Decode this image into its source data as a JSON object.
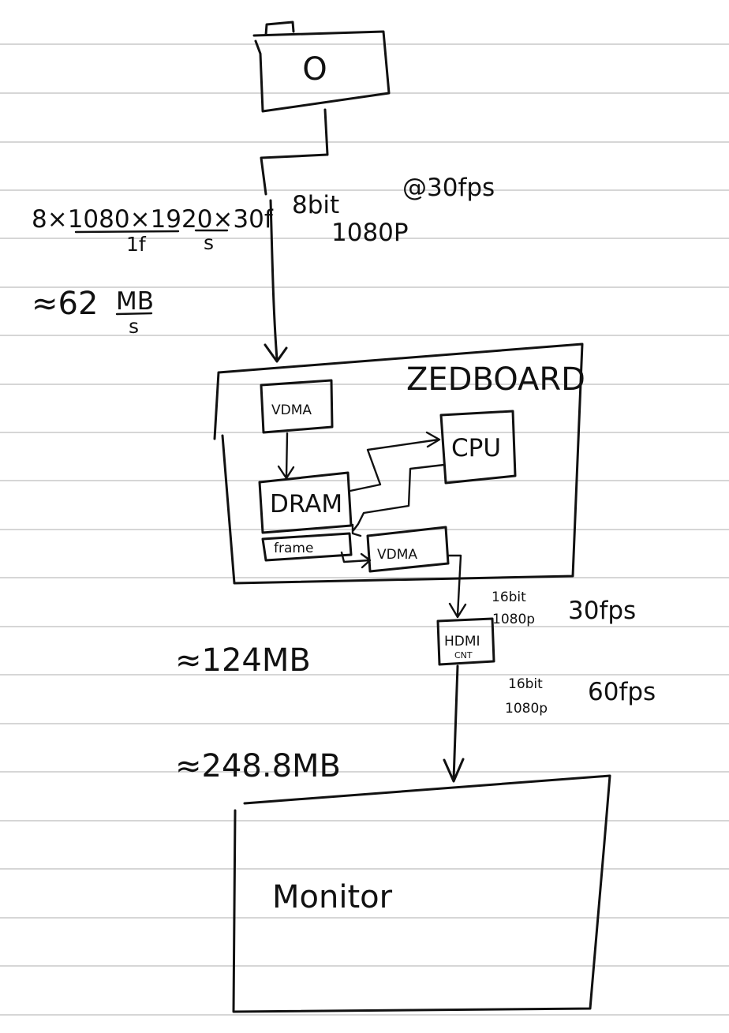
{
  "camera": {
    "lens_label": "O"
  },
  "camera_link": {
    "bit_depth": "8bit",
    "resolution": "1080P",
    "frame_rate": "@30fps"
  },
  "bandwidth_calc": {
    "formula_top": "8×1080×1920×30f",
    "formula_bottom_unit": "1f",
    "formula_bottom_time": "s",
    "result_approx": "≈62",
    "result_unit_top": "MB",
    "result_unit_bottom": "s"
  },
  "zedboard": {
    "title": "ZEDBOARD",
    "vdma_in_label": "VDMA",
    "cpu_label": "CPU",
    "dram_label": "DRAM",
    "frame_label": "frame",
    "vdma_out_label": "VDMA"
  },
  "hdmi_input_link": {
    "bit_depth": "16bit",
    "resolution": "1080p",
    "frame_rate": "30fps"
  },
  "hdmi_controller": {
    "label": "HDMI",
    "sublabel": "CNT"
  },
  "monitor_link": {
    "bit_depth": "16bit",
    "resolution": "1080p",
    "frame_rate": "60fps"
  },
  "bandwidth_30fps": "≈124MB",
  "bandwidth_60fps": "≈248.8MB",
  "monitor": {
    "label": "Monitor"
  }
}
